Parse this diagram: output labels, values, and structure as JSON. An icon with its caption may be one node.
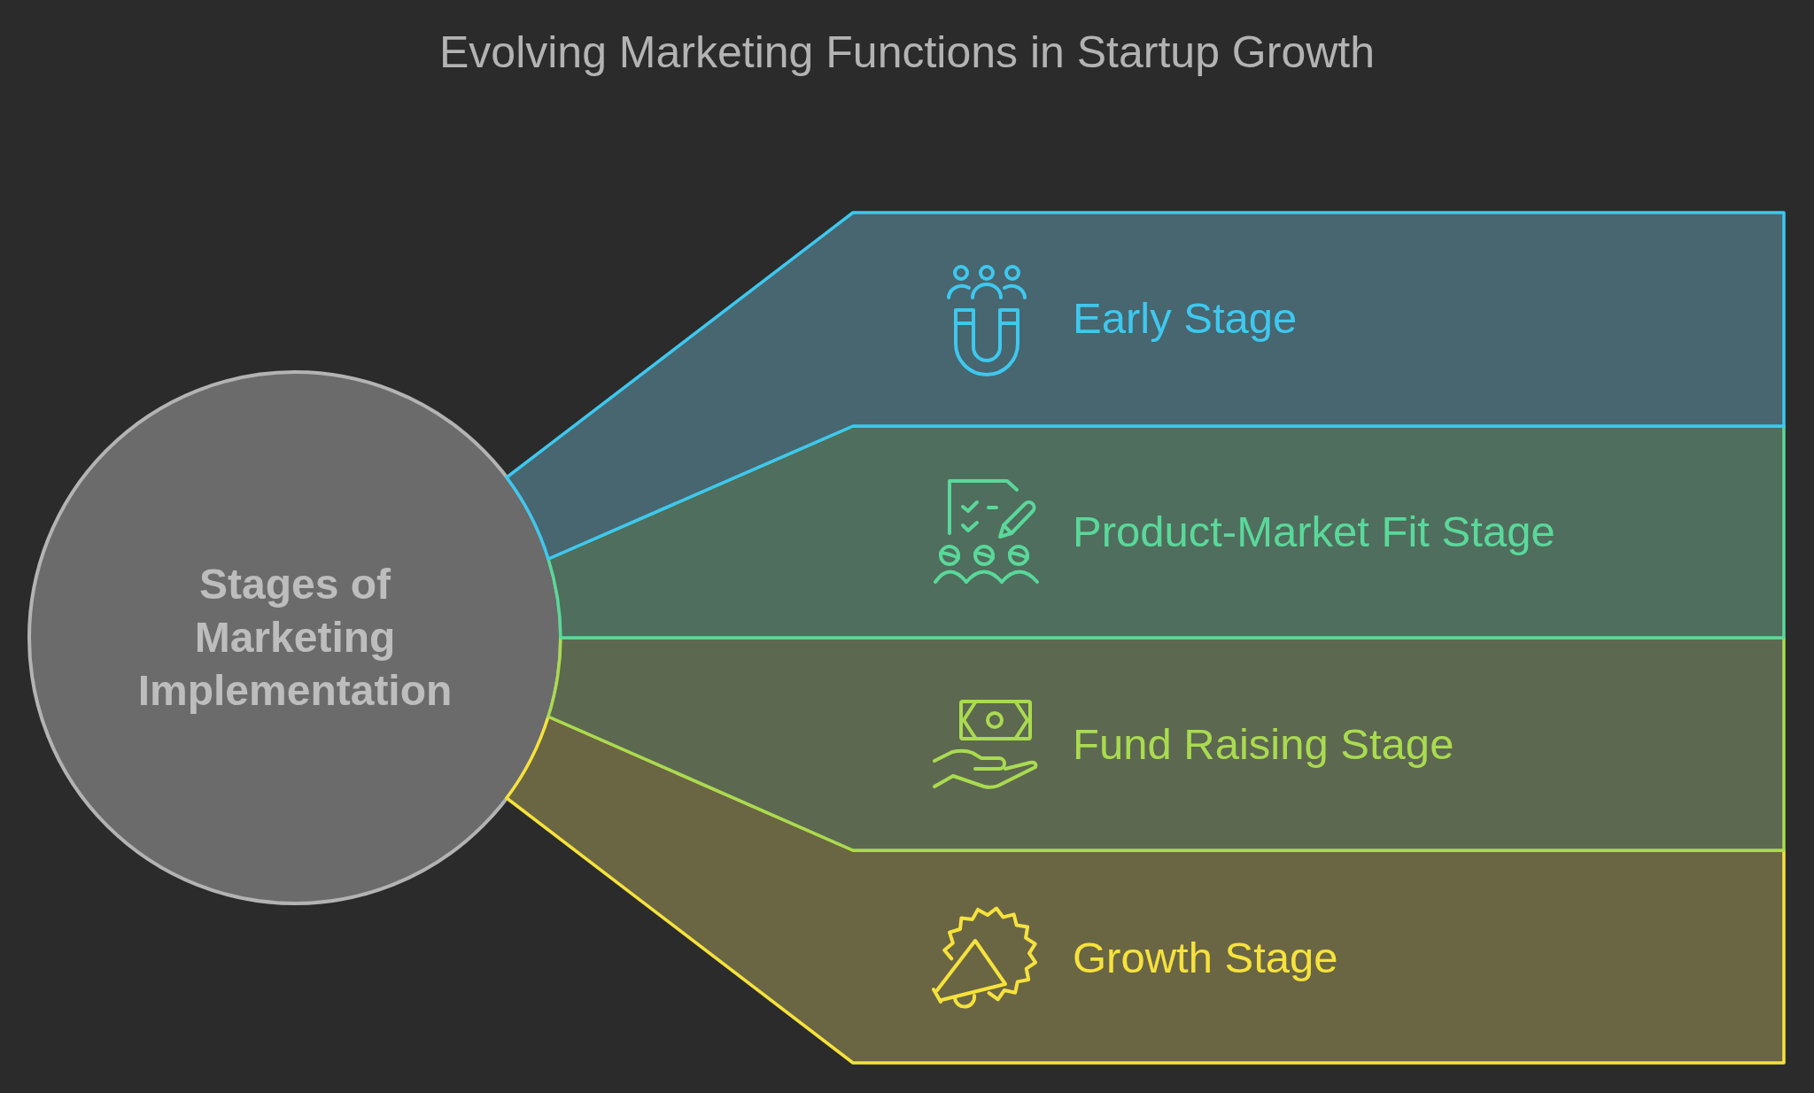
{
  "diagram": {
    "title": "Evolving Marketing Functions in Startup Growth",
    "nodes": [
      {
        "text": [
          "Stages of Marketing Implementation"
        ]
      },
      {
        "text": [
          "Early Stage"
        ]
      },
      {
        "text": [
          "Product-Market Fit Stage"
        ]
      },
      {
        "text": [
          "Fund Raising Stage"
        ]
      },
      {
        "text": [
          "Growth Stage"
        ]
      }
    ]
  }
}
